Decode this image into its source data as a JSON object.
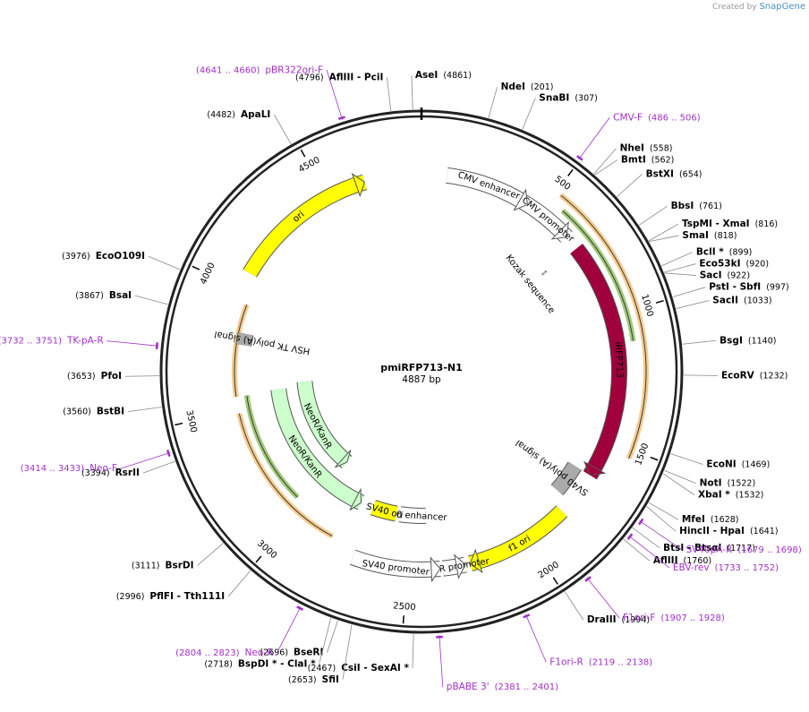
{
  "branding": {
    "created_by": "Created by",
    "app": "SnapGene"
  },
  "plasmid": {
    "name": "pmiRFP713-N1",
    "length_label": "4887 bp",
    "length": 4887
  },
  "ticks": [
    {
      "pos": 500,
      "label": "500"
    },
    {
      "pos": 1000,
      "label": "1000"
    },
    {
      "pos": 1500,
      "label": "1500"
    },
    {
      "pos": 2000,
      "label": "2000"
    },
    {
      "pos": 2500,
      "label": "2500"
    },
    {
      "pos": 3000,
      "label": "3000"
    },
    {
      "pos": 3500,
      "label": "3500"
    },
    {
      "pos": 4000,
      "label": "4000"
    },
    {
      "pos": 4500,
      "label": "4500"
    }
  ],
  "sites": [
    {
      "name": "AseI",
      "pos": "(4861)",
      "p": 4861,
      "side": "r"
    },
    {
      "name": "NdeI",
      "pos": "(201)",
      "p": 201,
      "side": "r"
    },
    {
      "name": "SnaBI",
      "pos": "(307)",
      "p": 307,
      "side": "r"
    },
    {
      "name": "NheI",
      "pos": "(558)",
      "p": 558,
      "side": "r"
    },
    {
      "name": "BmtI",
      "pos": "(562)",
      "p": 562,
      "side": "r"
    },
    {
      "name": "BstXI",
      "pos": "(654)",
      "p": 654,
      "side": "r"
    },
    {
      "name": "BbsI",
      "pos": "(761)",
      "p": 761,
      "side": "r"
    },
    {
      "name": "TspMI  -  XmaI",
      "pos": "(816)",
      "p": 816,
      "side": "r"
    },
    {
      "name": "SmaI",
      "pos": "(818)",
      "p": 818,
      "side": "r"
    },
    {
      "name": "BclI *",
      "pos": "(899)",
      "p": 899,
      "side": "r"
    },
    {
      "name": "Eco53kI",
      "pos": "(920)",
      "p": 920,
      "side": "r"
    },
    {
      "name": "SacI",
      "pos": "(922)",
      "p": 922,
      "side": "r"
    },
    {
      "name": "PstI  -  SbfI",
      "pos": "(997)",
      "p": 997,
      "side": "r"
    },
    {
      "name": "SacII",
      "pos": "(1033)",
      "p": 1033,
      "side": "r"
    },
    {
      "name": "BsgI",
      "pos": "(1140)",
      "p": 1140,
      "side": "r"
    },
    {
      "name": "EcoRV",
      "pos": "(1232)",
      "p": 1232,
      "side": "r"
    },
    {
      "name": "EcoNI",
      "pos": "(1469)",
      "p": 1469,
      "side": "r"
    },
    {
      "name": "NotI",
      "pos": "(1522)",
      "p": 1522,
      "side": "r"
    },
    {
      "name": "XbaI *",
      "pos": "(1532)",
      "p": 1532,
      "side": "r"
    },
    {
      "name": "MfeI",
      "pos": "(1628)",
      "p": 1628,
      "side": "r"
    },
    {
      "name": "HincII  -  HpaI",
      "pos": "(1641)",
      "p": 1641,
      "side": "r"
    },
    {
      "name": "BtsI  -  BtsαI",
      "pos": "(1717)",
      "p": 1717,
      "side": "r"
    },
    {
      "name": "AflIII",
      "pos": "(1760)",
      "p": 1760,
      "side": "r"
    },
    {
      "name": "DraIII",
      "pos": "(1994)",
      "p": 1994,
      "side": "r"
    },
    {
      "name": "CsiI  -  SexAI *",
      "pos": "(2467)",
      "p": 2467,
      "side": "l"
    },
    {
      "name": "SfiI",
      "pos": "(2653)",
      "p": 2653,
      "side": "l"
    },
    {
      "name": "BseRI",
      "pos": "(2696)",
      "p": 2696,
      "side": "l"
    },
    {
      "name": "BspDI *  -  ClaI *",
      "pos": "(2718)",
      "p": 2718,
      "side": "l"
    },
    {
      "name": "PflFI  -  Tth111I",
      "pos": "(2996)",
      "p": 2996,
      "side": "l"
    },
    {
      "name": "BsrDI",
      "pos": "(3111)",
      "p": 3111,
      "side": "l"
    },
    {
      "name": "RsrII",
      "pos": "(3394)",
      "p": 3394,
      "side": "l"
    },
    {
      "name": "BstBI",
      "pos": "(3560)",
      "p": 3560,
      "side": "l"
    },
    {
      "name": "PfoI",
      "pos": "(3653)",
      "p": 3653,
      "side": "l"
    },
    {
      "name": "BsaI",
      "pos": "(3867)",
      "p": 3867,
      "side": "l"
    },
    {
      "name": "EcoO109I",
      "pos": "(3976)",
      "p": 3976,
      "side": "l"
    },
    {
      "name": "ApaLI",
      "pos": "(4482)",
      "p": 4482,
      "side": "l"
    },
    {
      "name": "AflIII  -  PciI",
      "pos": "(4796)",
      "p": 4796,
      "side": "l"
    }
  ],
  "primers": [
    {
      "name": "CMV-F",
      "pos": "(486 .. 506)",
      "p": 496,
      "side": "r"
    },
    {
      "name": "SV40pA-R",
      "pos": "(1679 .. 1698)",
      "p": 1688,
      "side": "r"
    },
    {
      "name": "EBV-rev",
      "pos": "(1733 .. 1752)",
      "p": 1742,
      "side": "r"
    },
    {
      "name": "F1ori-F",
      "pos": "(1907 .. 1928)",
      "p": 1917,
      "side": "r"
    },
    {
      "name": "F1ori-R",
      "pos": "(2119 .. 2138)",
      "p": 2128,
      "side": "r"
    },
    {
      "name": "pBABE 3'",
      "pos": "(2381 .. 2401)",
      "p": 2391,
      "side": "r"
    },
    {
      "name": "Neo-R",
      "pos": "(2804 .. 2823)",
      "p": 2813,
      "side": "l"
    },
    {
      "name": "Neo-F",
      "pos": "(3414 .. 3433)",
      "p": 3423,
      "side": "l"
    },
    {
      "name": "TK-pA-R",
      "pos": "(3732 .. 3751)",
      "p": 3741,
      "side": "l"
    },
    {
      "name": "pBR322ori-F",
      "pos": "(4641 .. 4660)",
      "p": 4650,
      "side": "l"
    }
  ],
  "features": [
    {
      "name": "CMV enhancer",
      "start": 100,
      "end": 440,
      "color": "#ffffff",
      "dir": 1
    },
    {
      "name": "CMV promoter",
      "start": 440,
      "end": 640,
      "color": "#ffffff",
      "dir": 1
    },
    {
      "name": "Kozak sequence",
      "start": 690,
      "end": 700,
      "color": "#bbbbbb",
      "dir": 0
    },
    {
      "name": "iRFP713",
      "start": 700,
      "end": 1650,
      "color": "#a0003c",
      "dir": 1
    },
    {
      "name": "SV40 poly(A) signal",
      "start": 1650,
      "end": 1780,
      "color": "#aaaaaa",
      "dir": 0
    },
    {
      "name": "f1 ori",
      "start": 1830,
      "end": 2250,
      "color": "#ffff00",
      "dir": 1
    },
    {
      "name": "AmpR promoter",
      "start": 2270,
      "end": 2360,
      "color": "#ffffff",
      "dir": -1
    },
    {
      "name": "SV40 promoter",
      "start": 2370,
      "end": 2720,
      "color": "#ffffff",
      "dir": -1
    },
    {
      "name": "SV40 enhancer",
      "start": 2420,
      "end": 2560,
      "color": "#ffffff",
      "dir": 0
    },
    {
      "name": "SV40 ori",
      "start": 2580,
      "end": 2710,
      "color": "#ffff00",
      "dir": 0
    },
    {
      "name": "NeoR/KanR",
      "start": 2780,
      "end": 3570,
      "color": "#ccffcc",
      "dir": -1
    },
    {
      "name": "NeoR/KanR",
      "start": 2980,
      "end": 3600,
      "color": "#ccffcc",
      "dir": -1
    },
    {
      "name": "HSV TK poly(A) signal",
      "start": 3780,
      "end": 3830,
      "color": "#aaaaaa",
      "dir": 0
    },
    {
      "name": "ori",
      "start": 4070,
      "end": 4660,
      "color": "#ffff00",
      "dir": 1
    }
  ],
  "orfs": [
    {
      "start": 520,
      "end": 1530,
      "color": "#f0a030",
      "dir": 1
    },
    {
      "start": 560,
      "end": 1110,
      "color": "#5aa010",
      "dir": -1
    },
    {
      "start": 2830,
      "end": 3490,
      "color": "#f0a030",
      "dir": -1
    },
    {
      "start": 3050,
      "end": 3560,
      "color": "#5aa010",
      "dir": 1
    },
    {
      "start": 3560,
      "end": 3950,
      "color": "#f0a030",
      "dir": -1
    }
  ]
}
